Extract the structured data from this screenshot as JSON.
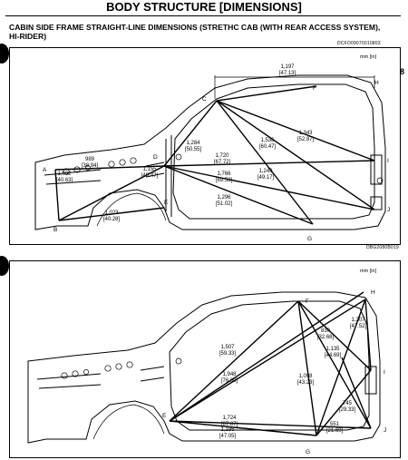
{
  "header": {
    "title": "BODY STRUCTURE [DIMENSIONS]",
    "section_heading": "CABIN SIDE FRAME STRAIGHT-LINE DIMENSIONS (STRETHC CAB (WITH REAR ACCESS SYSTEM), HI-RIDER)",
    "doc_code": "DCFO09070010803",
    "page_marker": "8"
  },
  "figure_top": {
    "unit": "mm [in]",
    "code": "DBG2080B019",
    "points": {
      "A": "A",
      "B": "B",
      "C": "C",
      "D": "D",
      "E": "E",
      "F": "F",
      "G": "G",
      "H": "H",
      "I": "I",
      "J": "J"
    },
    "dims": [
      {
        "mm": "1,197",
        "in": "[47.13]"
      },
      {
        "mm": "1,343",
        "in": "[52.87]"
      },
      {
        "mm": "1,284",
        "in": "[50.55]"
      },
      {
        "mm": "1,536",
        "in": "[60.47]"
      },
      {
        "mm": "1,720",
        "in": "[67.72]"
      },
      {
        "mm": "989",
        "in": "[38.94]"
      },
      {
        "mm": "1,155",
        "in": "[45.47]"
      },
      {
        "mm": "1,766",
        "in": "[69.53]"
      },
      {
        "mm": "1,249",
        "in": "[49.17]"
      },
      {
        "mm": "1,032",
        "in": "[40.63]"
      },
      {
        "mm": "1,296",
        "in": "[51.02]"
      },
      {
        "mm": "1,023",
        "in": "[40.28]"
      }
    ]
  },
  "figure_bottom": {
    "unit": "mm [in]",
    "points": {
      "E": "E",
      "F": "F",
      "G": "G",
      "H": "H",
      "I": "I",
      "J": "J"
    },
    "dims": [
      {
        "mm": "1,207",
        "in": "[47.52]"
      },
      {
        "mm": "830",
        "in": "[32.68]"
      },
      {
        "mm": "1,507",
        "in": "[59.33]"
      },
      {
        "mm": "1,135",
        "in": "[44.69]"
      },
      {
        "mm": "1,948",
        "in": "[76.69]"
      },
      {
        "mm": "1,098",
        "in": "[43.23]"
      },
      {
        "mm": "745",
        "in": "[29.33]"
      },
      {
        "mm": "1,724",
        "in": "[67.87]"
      },
      {
        "mm": "551",
        "in": "[21.69]"
      },
      {
        "mm": "1,195",
        "in": "[47.05]"
      }
    ]
  }
}
